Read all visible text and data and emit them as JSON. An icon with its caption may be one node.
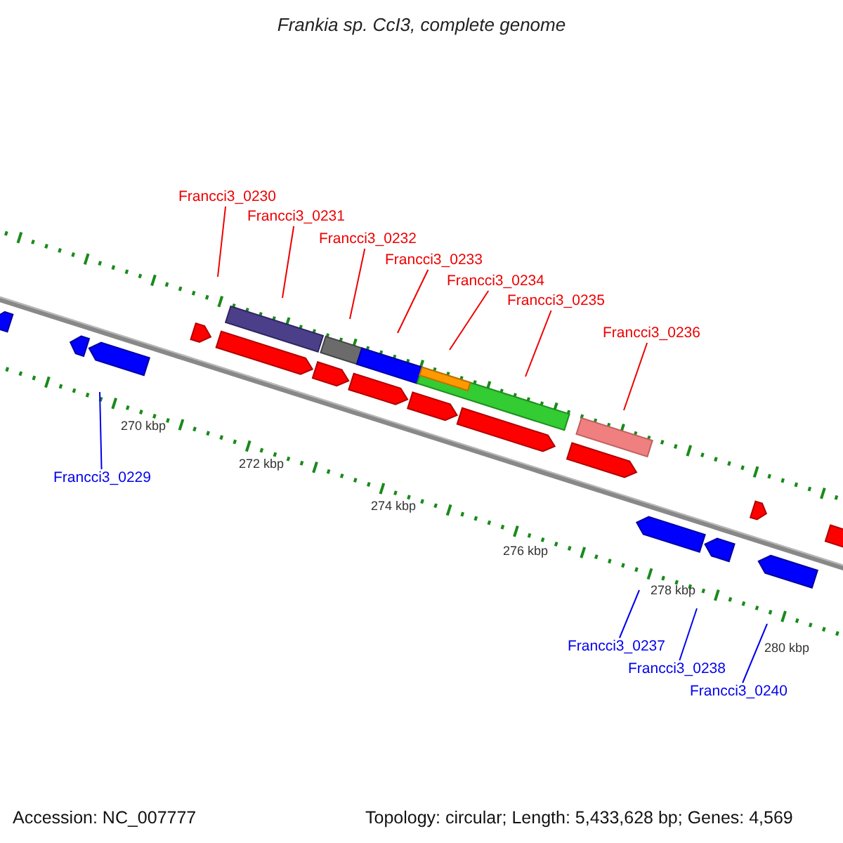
{
  "diagram": {
    "title": "Frankia sp. CcI3, complete genome",
    "nodes": [
      {
        "text": [
          "Francci3_0230"
        ]
      },
      {
        "text": [
          "Francci3_0231"
        ]
      },
      {
        "text": [
          "Francci3_0232"
        ]
      },
      {
        "text": [
          "Francci3_0233"
        ]
      },
      {
        "text": [
          "Francci3_0234"
        ]
      },
      {
        "text": [
          "Francci3_0235"
        ]
      },
      {
        "text": [
          "Francci3_0236"
        ]
      },
      {
        "text": [
          "Francci3_0229"
        ]
      },
      {
        "text": [
          "Francci3_0237"
        ]
      },
      {
        "text": [
          "Francci3_0238"
        ]
      },
      {
        "text": [
          "Francci3_0240"
        ]
      }
    ],
    "edges": [
      {
        "from": 0,
        "to": null,
        "arrow": "none"
      },
      {
        "from": 1,
        "to": null,
        "arrow": "none"
      },
      {
        "from": 2,
        "to": null,
        "arrow": "none"
      },
      {
        "from": 3,
        "to": null,
        "arrow": "none"
      },
      {
        "from": 4,
        "to": null,
        "arrow": "none"
      },
      {
        "from": 5,
        "to": null,
        "arrow": "none"
      },
      {
        "from": 6,
        "to": null,
        "arrow": "none"
      },
      {
        "from": 7,
        "to": null,
        "arrow": "none",
        "color": "#0000ee"
      },
      {
        "from": 8,
        "to": null,
        "arrow": "none",
        "color": "#0000ee"
      },
      {
        "from": 9,
        "to": null,
        "arrow": "none",
        "color": "#0000ee"
      },
      {
        "from": 10,
        "to": null,
        "arrow": "none",
        "color": "#0000ee"
      }
    ],
    "labels": [
      "270 kbp",
      "272 kbp",
      "274 kbp",
      "276 kbp",
      "278 kbp",
      "280 kbp",
      "Accession: NC_007777",
      "Topology: circular; Length: 5,433,628 bp; Genes: 4,569"
    ]
  }
}
